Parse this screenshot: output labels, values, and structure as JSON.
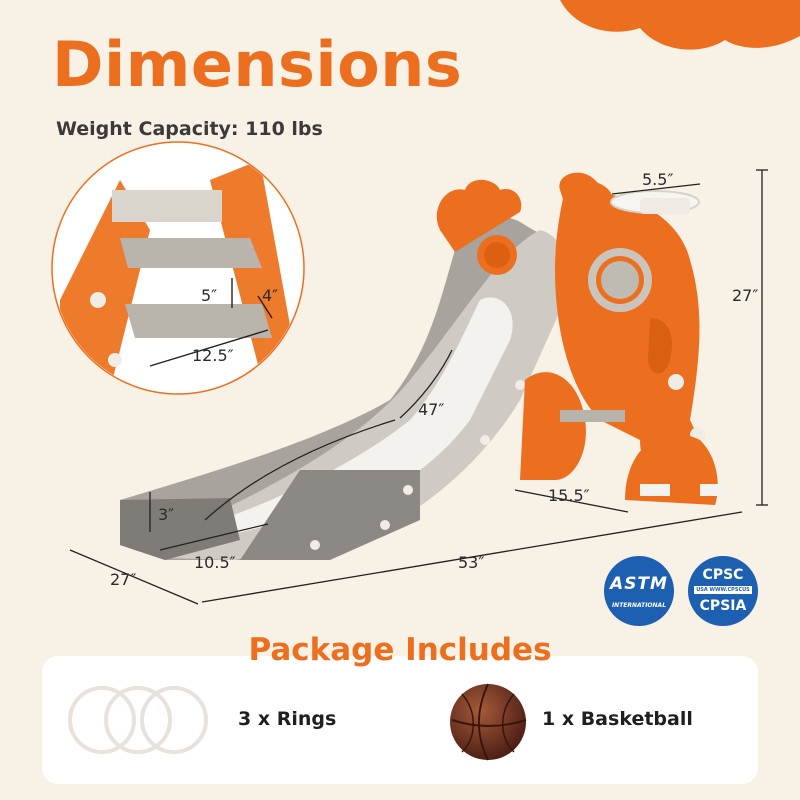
{
  "heading": {
    "title": "Dimensions",
    "weight_capacity": "Weight Capacity: 110 lbs"
  },
  "dimensions": {
    "step_height": "5″",
    "step_depth": "4″",
    "step_width": "12.5″",
    "hoop_diameter": "5.5″",
    "total_height": "27″",
    "slide_length": "47″",
    "base_depth": "15.5″",
    "lip_height": "3″",
    "lip_width": "10.5″",
    "total_width": "27″",
    "total_length": "53″"
  },
  "certifications": {
    "astm": {
      "main": "ASTM",
      "sub": "INTERNATIONAL"
    },
    "cpsc": {
      "top": "CPSC",
      "band": "USA WWW.CPSCUS",
      "bottom": "CPSIA"
    }
  },
  "package": {
    "title": "Package Includes",
    "items": [
      {
        "label": "3 x Rings",
        "icon": "rings-icon"
      },
      {
        "label": "1 x Basketball",
        "icon": "basketball-icon"
      }
    ]
  },
  "colors": {
    "accent": "#ec6f1f",
    "slide_gray": "#bdb8b0",
    "dark_gray": "#8a8783",
    "background": "#f7f1e6"
  }
}
